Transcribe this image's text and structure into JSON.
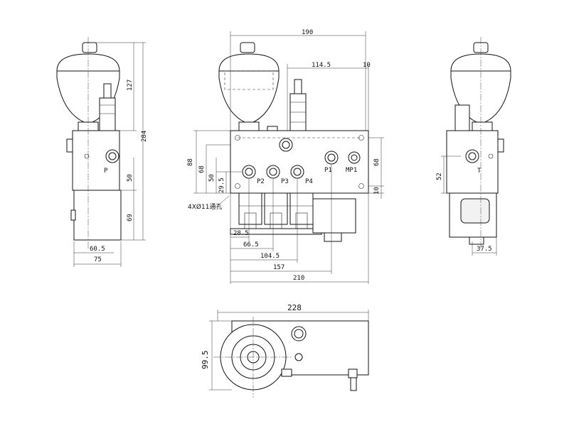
{
  "dimensions": {
    "front_total_height": "284",
    "front_acc_height": "127",
    "front_h_50": "50",
    "front_h_69": "69",
    "front_w_60_5": "60.5",
    "front_w_75": "75",
    "main_w_190": "190",
    "main_w_114_5": "114.5",
    "main_w_10_top": "10",
    "main_h_88": "88",
    "main_h_68_left": "68",
    "main_h_50": "50",
    "main_h_29_5": "29.5",
    "main_h_68_right": "68",
    "main_h_10_right": "10",
    "main_w_28_5": "28.5",
    "main_w_66_5": "66.5",
    "main_w_104_5": "104.5",
    "main_w_157": "157",
    "main_w_210": "210",
    "side_h_52": "52",
    "side_w_37_5": "37.5",
    "bottom_w_228": "228",
    "bottom_h_99_5": "99.5"
  },
  "ports": {
    "p": "P",
    "t": "T",
    "p2": "P2",
    "p3": "P3",
    "p4": "P4",
    "p1": "P1",
    "mp1": "MP1"
  },
  "notes": {
    "holes": "4XØ11通孔"
  }
}
